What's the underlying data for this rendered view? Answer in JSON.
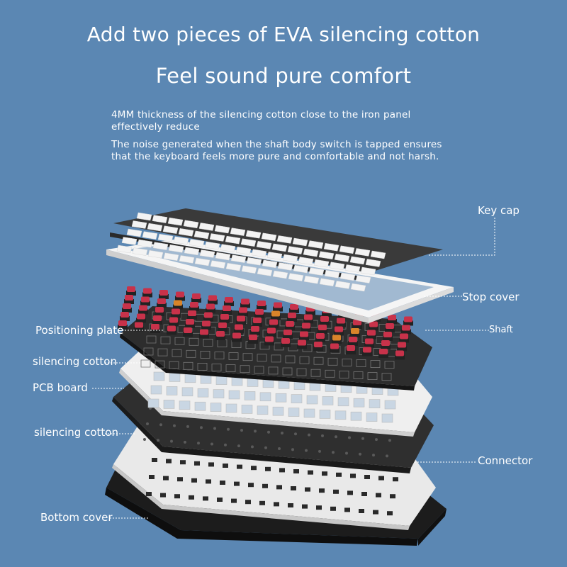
{
  "headline": "Add two pieces of EVA silencing cotton",
  "subheadline": "Feel sound pure comfort",
  "description_1": "4MM thickness of the silencing cotton close to the iron panel effectively reduce",
  "description_2": "The noise generated when the shaft body switch is tapped ensures that the keyboard feels more pure and comfortable and not harsh.",
  "labels": {
    "key_cap": "Key cap",
    "stop_cover": "Stop cover",
    "positioning_plate": "Positioning plate",
    "shaft": "Shaft",
    "silencing_cotton_upper": "silencing cotton",
    "pcb_board": "PCB board",
    "silencing_cotton_lower": "silencing cotton",
    "connector": "Connector",
    "bottom_cover": "Bottom cover"
  },
  "colors": {
    "background": "#5b87b3",
    "switch_red": "#c8324a",
    "keycap_white": "#f3f3f3",
    "keycap_dark": "#3a3a3a",
    "plate_dark": "#2d2d2d",
    "cotton_white": "#e9e9e9",
    "bottom_black": "#1c1c1c"
  }
}
